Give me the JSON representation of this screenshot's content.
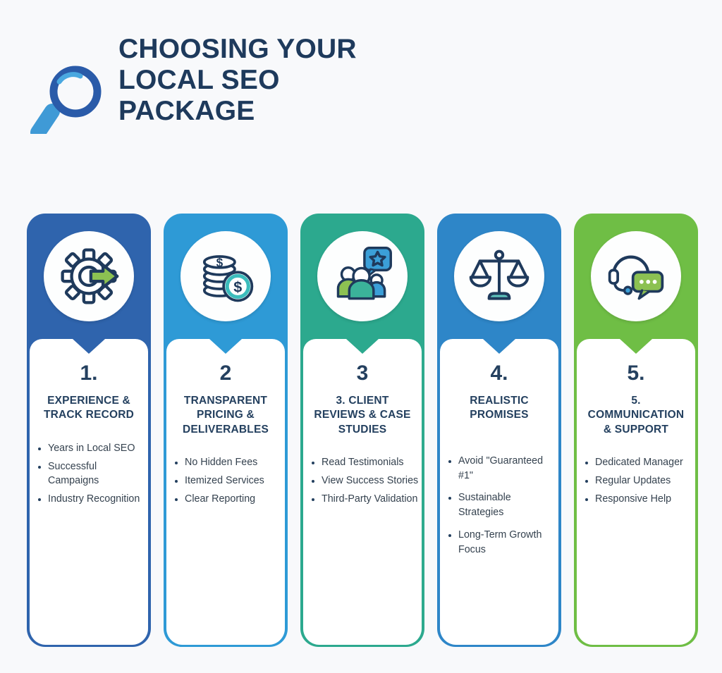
{
  "page": {
    "background": "#f8f9fb",
    "text_navy": "#1e3a5c",
    "body_text": "#35424f"
  },
  "header": {
    "title_lines": [
      "CHOOSING YOUR",
      "LOCAL SEO",
      "PACKAGE"
    ],
    "icon": "magnifier-icon",
    "icon_colors": {
      "ring": "#2a5ba9",
      "handle": "#3f9ad6",
      "highlight": "#4aa8e0"
    }
  },
  "cards": [
    {
      "number": "1.",
      "title": "EXPERIENCE & TRACK RECORD",
      "accent": "#2f64ad",
      "icon": "gear-arrow-icon",
      "bullets": [
        "Years in Local SEO",
        "Successful Campaigns",
        "Industry Recognition"
      ]
    },
    {
      "number": "2",
      "title": "TRANSPARENT PRICING & DELIVERABLES",
      "accent": "#2e9ad6",
      "icon": "coins-icon",
      "bullets": [
        "No Hidden Fees",
        "Itemized Services",
        "Clear Reporting"
      ]
    },
    {
      "number": "3",
      "title": "3. CLIENT REVIEWS & CASE STUDIES",
      "accent": "#2ca98e",
      "icon": "people-review-icon",
      "bullets": [
        "Read Testimonials",
        "View Success Stories",
        "Third-Party Validation"
      ]
    },
    {
      "number": "4.",
      "title": "REALISTIC PROMISES",
      "accent": "#2e86c8",
      "icon": "scale-icon",
      "bullets": [
        "Avoid \"Guaranteed #1\"",
        "Sustainable Strategies",
        "Long-Term Growth Focus"
      ]
    },
    {
      "number": "5.",
      "title": "5. COMMUNICATION & SUPPORT",
      "accent": "#6fbe45",
      "icon": "headset-chat-icon",
      "bullets": [
        "Dedicated Manager",
        "Regular Updates",
        "Responsive Help"
      ]
    }
  ]
}
